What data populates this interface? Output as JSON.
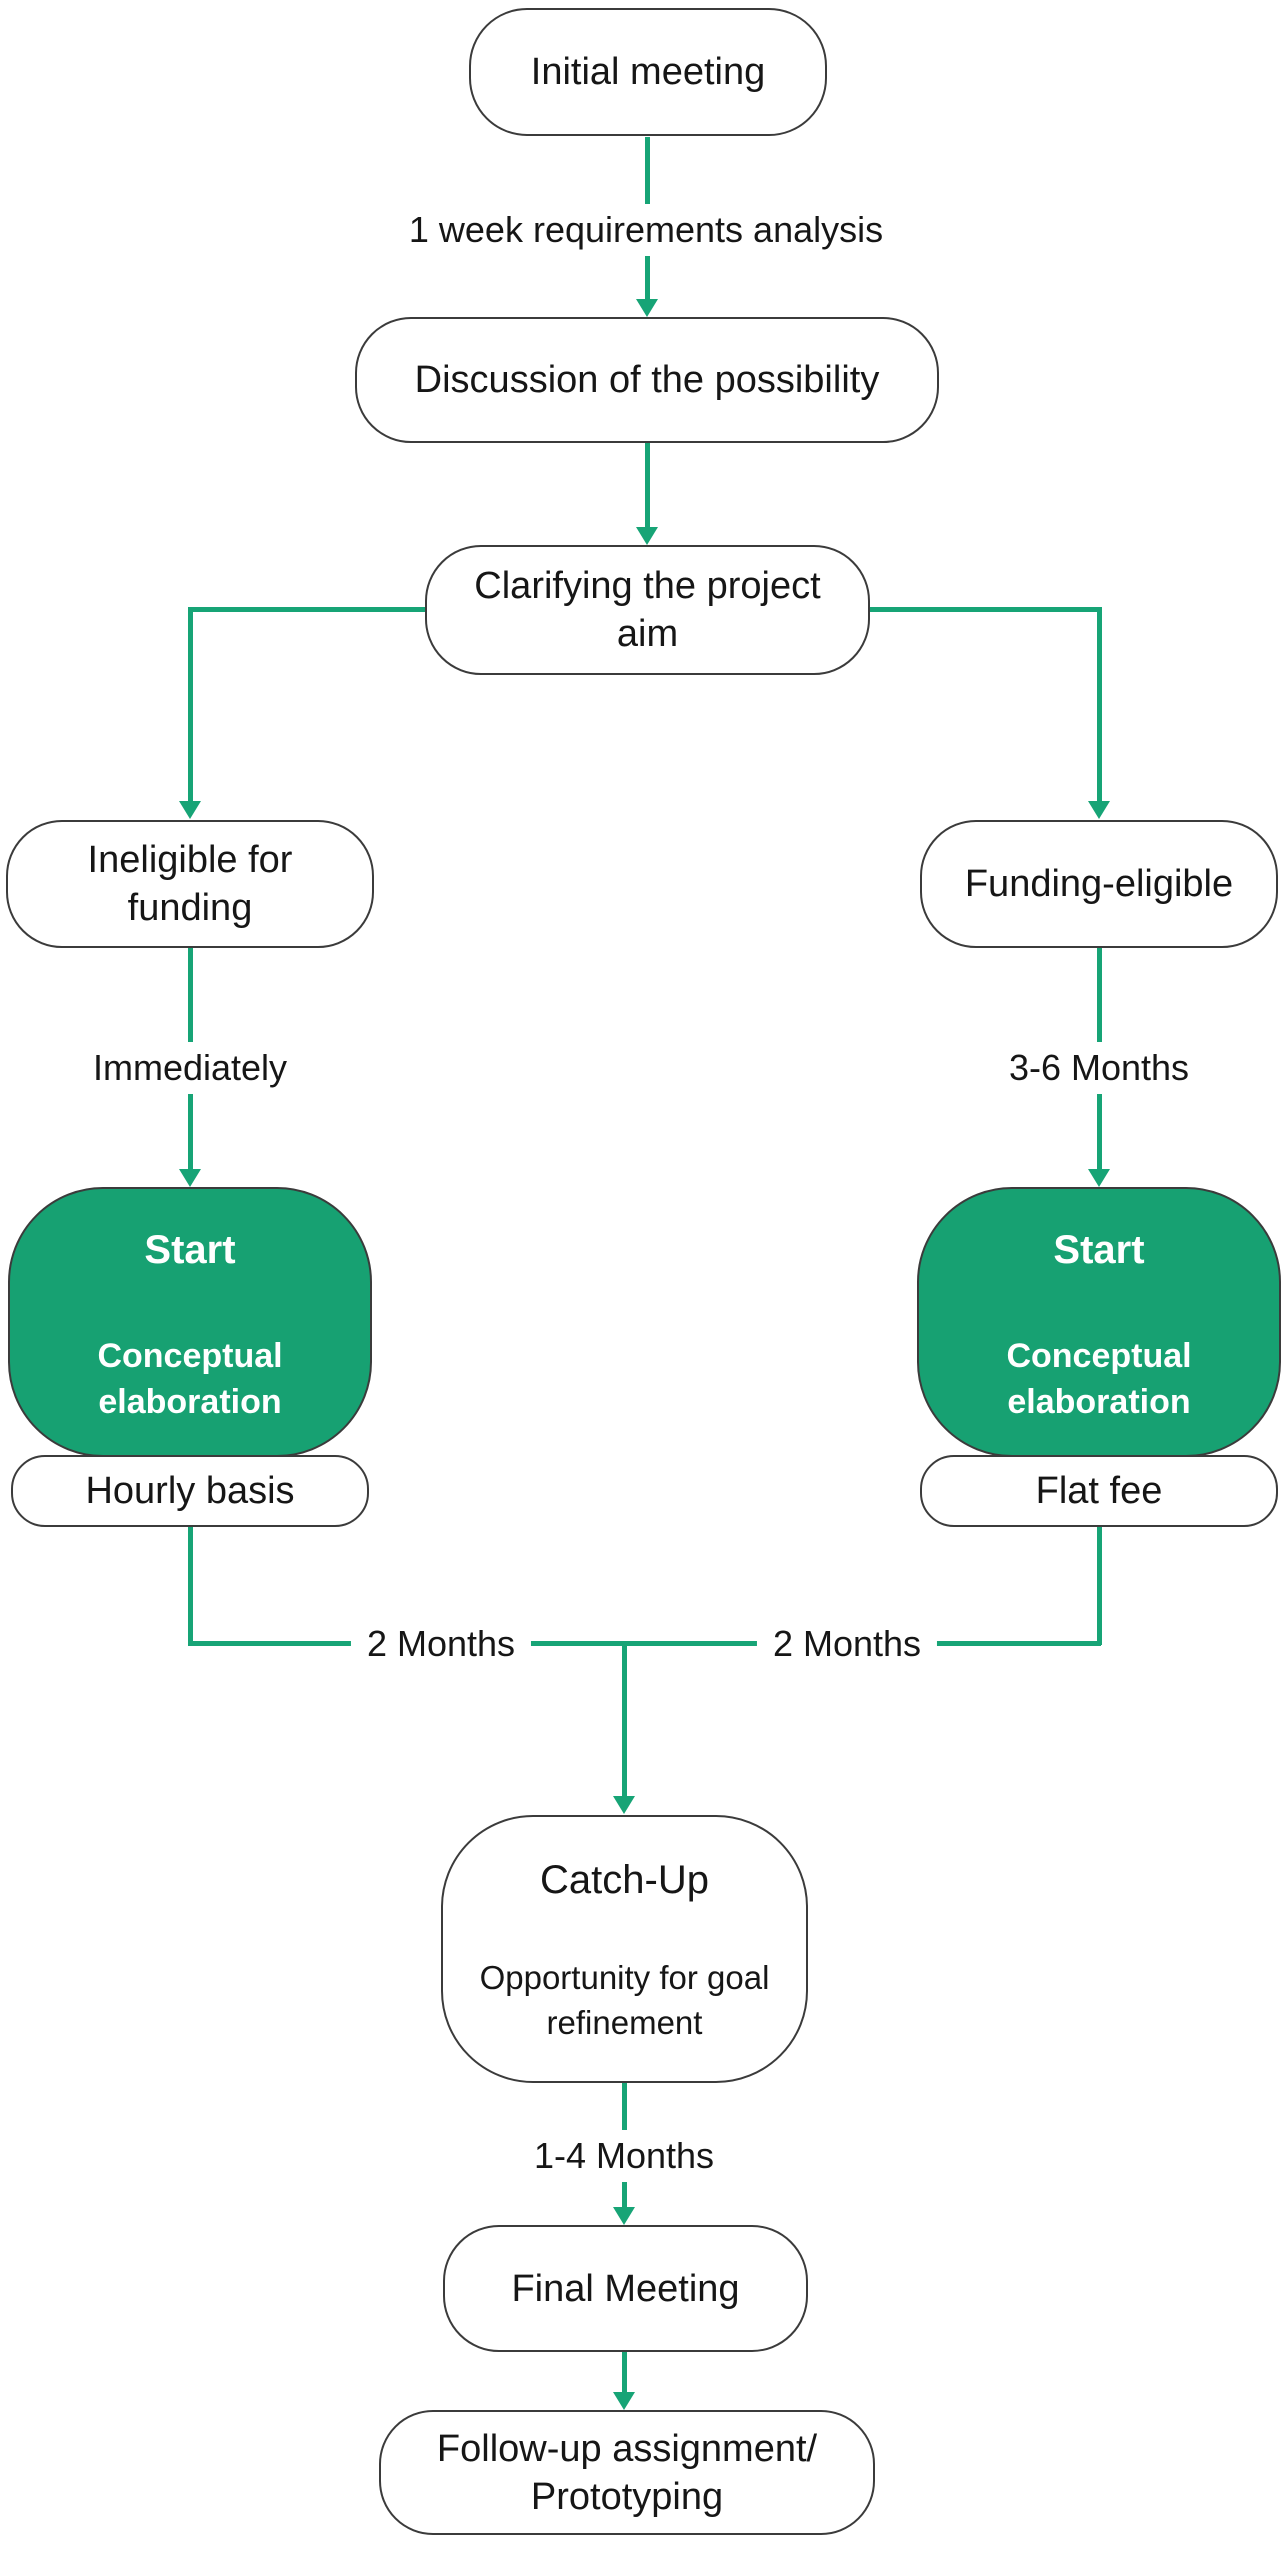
{
  "colors": {
    "accent_fill_green": "#17a172",
    "connector_green": "#17a476",
    "node_border": "#3b3b3b",
    "node_fill": "#ffffff",
    "text": "#161616",
    "accent_text": "#ffffff"
  },
  "nodes": {
    "initial_meeting": {
      "label": "Initial meeting"
    },
    "discussion": {
      "label": "Discussion of the possibility"
    },
    "clarifying": {
      "line1": "Clarifying the project",
      "line2": "aim"
    },
    "ineligible": {
      "line1": "Ineligible for",
      "line2": "funding"
    },
    "funding_eligible": {
      "label": "Funding-eligible"
    },
    "start_left": {
      "title": "Start",
      "subtitle_line1": "Conceptual",
      "subtitle_line2": "elaboration"
    },
    "hourly_basis": {
      "label": "Hourly basis"
    },
    "start_right": {
      "title": "Start",
      "subtitle_line1": "Conceptual",
      "subtitle_line2": "elaboration"
    },
    "flat_fee": {
      "label": "Flat fee"
    },
    "catch_up": {
      "title": "Catch-Up",
      "subtitle_line1": "Opportunity for goal",
      "subtitle_line2": "refinement"
    },
    "final_meeting": {
      "label": "Final Meeting"
    },
    "follow_up": {
      "line1": "Follow-up assignment/",
      "line2": "Prototyping"
    }
  },
  "edge_labels": {
    "requirements_analysis": "1 week requirements analysis",
    "immediately": "Immediately",
    "three_to_six_months": "3-6 Months",
    "two_months_left": "2 Months",
    "two_months_right": "2 Months",
    "one_to_four_months": "1-4 Months"
  }
}
